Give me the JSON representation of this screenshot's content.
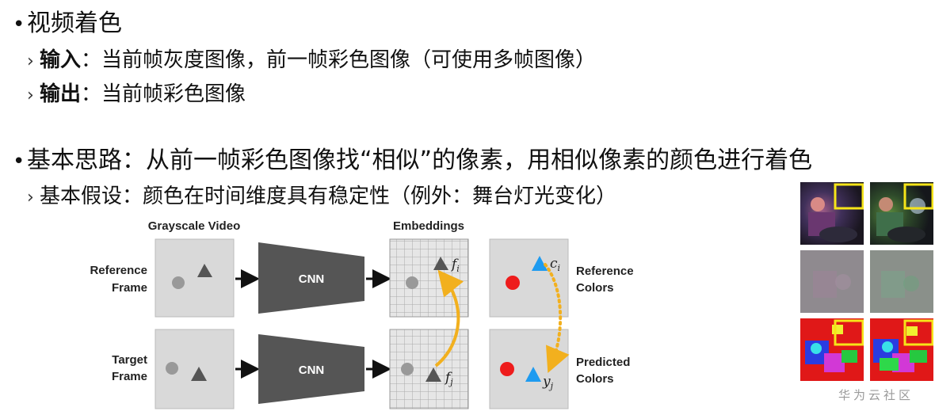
{
  "bullets": {
    "b1": "视频着色",
    "b1_s1_key": "输入",
    "b1_s1_rest": "：当前帧灰度图像，前一帧彩色图像（可使用多帧图像）",
    "b1_s2_key": "输出",
    "b1_s2_rest": "：当前帧彩色图像",
    "b2": "基本思路：从前一帧彩色图像找“相似”的像素，用相似像素的颜色进行着色",
    "b2_s1": "基本假设：颜色在时间维度具有稳定性（例外：舞台灯光变化）"
  },
  "diagram": {
    "grayscale_video": "Grayscale Video",
    "embeddings": "Embeddings",
    "reference": "Reference",
    "frame": "Frame",
    "target": "Target",
    "cnn_top": "CNN",
    "cnn_bottom": "CNN",
    "f_sym": "f",
    "f_i_sub": "i",
    "f_j_sub": "j",
    "c_sym": "c",
    "c_sub": "i",
    "y_sym": "y",
    "y_sub": "j",
    "reference_colors_1": "Reference",
    "reference_colors_2": "Colors",
    "predicted_colors_1": "Predicted",
    "predicted_colors_2": "Colors"
  },
  "watermark": "华为云社区",
  "colors": {
    "frame_bg": "#d9d9d9",
    "cnn": "#555555",
    "triangle_gray": "#555555",
    "circle_gray": "#999999",
    "red_dot": "#ee1c1c",
    "blue_triangle": "#1e9bf0",
    "arrow_orange": "#f2b01e",
    "highlight_yellow": "#f6e518"
  }
}
